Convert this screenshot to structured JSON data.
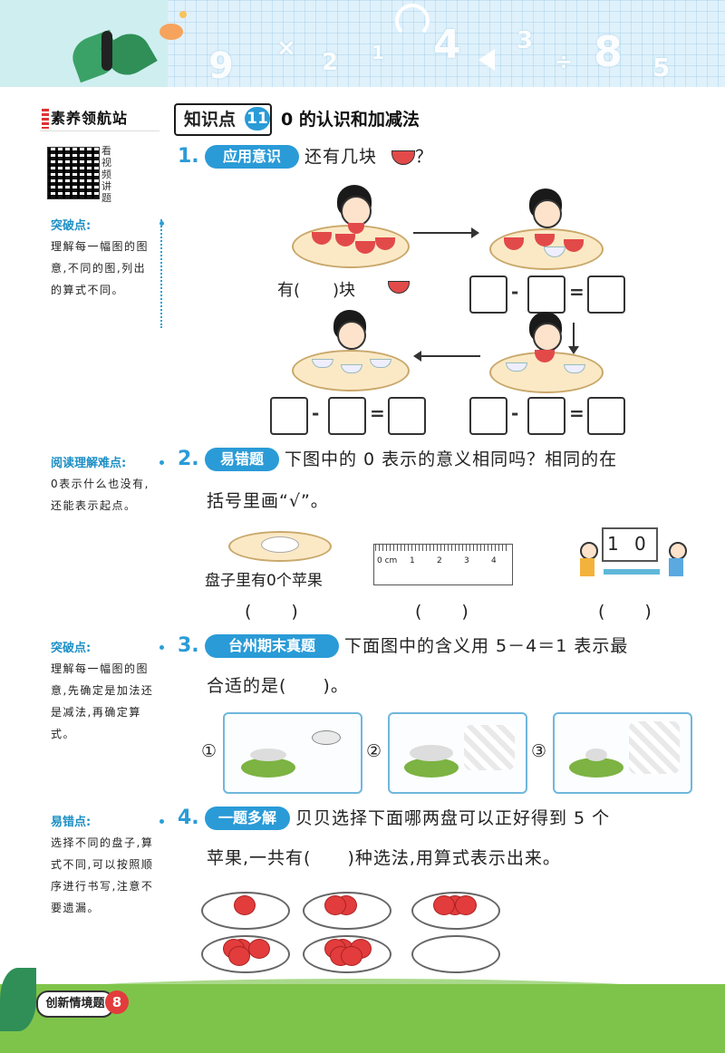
{
  "sidebar": {
    "title": "素养领航站",
    "qr_label": "看视频讲题",
    "notes": [
      {
        "heading": "突破点:",
        "text": "理解每一幅图的图意,不同的图,列出的算式不同。"
      },
      {
        "heading": "阅读理解难点:",
        "text": "0表示什么也没有,还能表示起点。"
      },
      {
        "heading": "突破点:",
        "text": "理解每一幅图的图意,先确定是加法还是减法,再确定算式。"
      },
      {
        "heading": "易错点:",
        "text": "选择不同的盘子,算式不同,可以按照顺序进行书写,注意不要遗漏。"
      }
    ]
  },
  "knowledge": {
    "label": "知识点",
    "number": "11",
    "title": "0 的认识和加减法"
  },
  "q1": {
    "num": "1.",
    "tag": "应用意识",
    "text": "还有几块",
    "have_label": "有(　　)块",
    "minus": "-",
    "equals": "="
  },
  "q2": {
    "num": "2.",
    "tag": "易错题",
    "text_line1": "下图中的 0 表示的意义相同吗？相同的在",
    "text_line2": "括号里画“√”。",
    "plate_caption": "盘子里有0个苹果",
    "ruler_labels": [
      "0 cm",
      "1",
      "2",
      "3",
      "4"
    ],
    "score_digits": [
      "1",
      "0"
    ],
    "answer_paren": "(　　)"
  },
  "q3": {
    "num": "3.",
    "tag": "台州期末真题",
    "text_line1": "下面图中的含义用 5－4＝1 表示最",
    "text_line2": "合适的是(　　)。",
    "options": [
      "①",
      "②",
      "③"
    ]
  },
  "q4": {
    "num": "4.",
    "tag": "一题多解",
    "text_line1": "贝贝选择下面哪两盘可以正好得到 5 个",
    "text_line2": "苹果,一共有(　　)种选法,用算式表示出来。",
    "plates_apples": [
      1,
      2,
      3,
      4,
      5,
      0
    ]
  },
  "footer": {
    "label": "创新情境题",
    "page": "8"
  },
  "header": {
    "digits": [
      "9",
      "×",
      "2",
      "1",
      "4",
      "3",
      "÷",
      "8",
      "5"
    ]
  },
  "colors": {
    "accent": "#2a9bd7",
    "footer_green": "#7fc44a",
    "apple": "#e23c3c"
  }
}
